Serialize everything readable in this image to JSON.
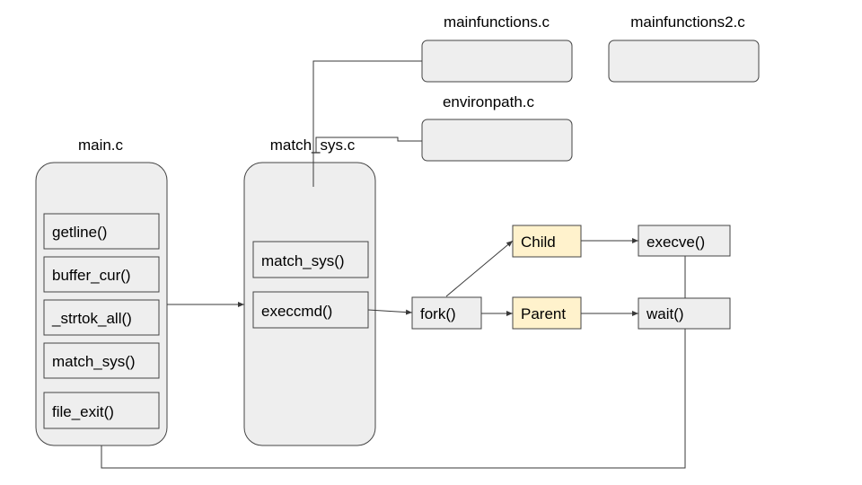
{
  "files": {
    "main": "main.c",
    "match_sys": "match_sys.c",
    "mainfunctions": "mainfunctions.c",
    "mainfunctions2": "mainfunctions2.c",
    "environpath": "environpath.c"
  },
  "main_functions": [
    "getline()",
    "buffer_cur()",
    "_strtok_all()",
    "match_sys()",
    "file_exit()"
  ],
  "match_sys_functions": [
    "match_sys()",
    "execcmd()"
  ],
  "process": {
    "fork": "fork()",
    "child": "Child",
    "parent": "Parent",
    "execve": "execve()",
    "wait": "wait()"
  },
  "colors": {
    "node_fill": "#eeeeee",
    "process_fill": "#fff2cc",
    "stroke": "#444444"
  }
}
